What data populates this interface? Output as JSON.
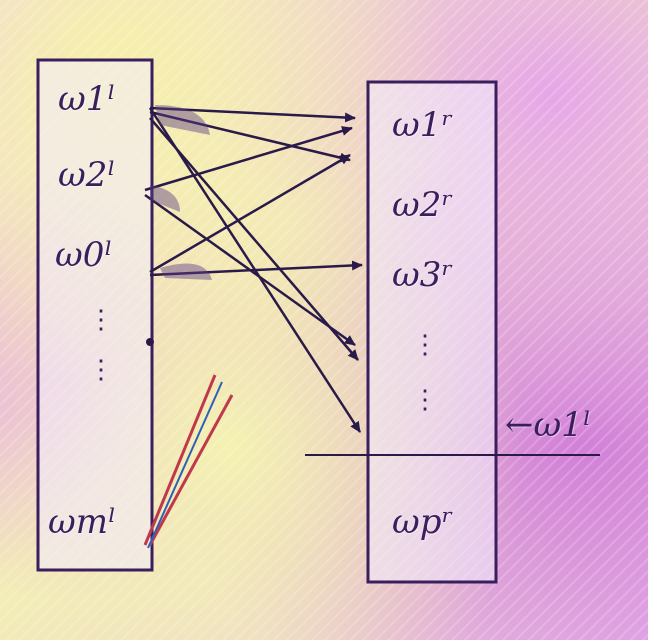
{
  "left_column": {
    "labels": [
      "ω1ˡ",
      "ω2ˡ",
      "ω0ˡ",
      "ωmˡ"
    ]
  },
  "right_column": {
    "labels": [
      "ω1ʳ",
      "ω2ʳ",
      "ω3ʳ",
      "ωpʳ"
    ]
  },
  "outside_label": "←ω1ˡ",
  "colors": {
    "ink": "#3a1f5e",
    "box_fill": "#f3ecff",
    "arrow_dark": "#2a1a4a",
    "accent_red": "#c0394a",
    "accent_blue": "#2f5fb7"
  }
}
